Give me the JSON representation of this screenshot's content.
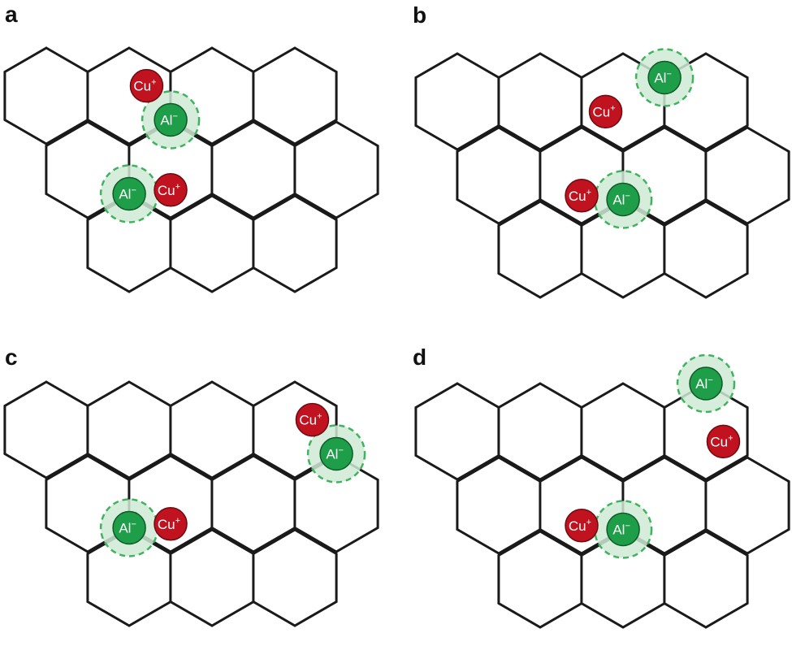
{
  "panels": [
    {
      "label": "a",
      "al_sites": [
        [
          1,
          0,
          2
        ],
        [
          0,
          1,
          2
        ]
      ],
      "cu_sites": [
        [
          1,
          0,
          1
        ],
        [
          1,
          1,
          3
        ]
      ]
    },
    {
      "label": "b",
      "al_sites": [
        [
          2,
          0,
          1
        ],
        [
          1,
          1,
          2
        ]
      ],
      "cu_sites": [
        [
          2,
          0,
          4
        ],
        [
          1,
          1,
          3
        ]
      ]
    },
    {
      "label": "c",
      "al_sites": [
        [
          3,
          0,
          2
        ],
        [
          0,
          1,
          2
        ]
      ],
      "cu_sites": [
        [
          3,
          0,
          1
        ],
        [
          1,
          1,
          3
        ]
      ]
    },
    {
      "label": "d",
      "al_sites": [
        [
          3,
          0,
          0
        ],
        [
          1,
          1,
          2
        ]
      ],
      "cu_sites": [
        [
          3,
          0,
          2
        ],
        [
          1,
          1,
          3
        ]
      ]
    }
  ],
  "ions": {
    "al": {
      "symbol": "Al",
      "charge": "−"
    },
    "cu": {
      "symbol": "Cu",
      "charge": "+"
    }
  },
  "colors": {
    "al_fill": "#1f9e4a",
    "cu_fill": "#c1121f",
    "halo_fill": "#cfead6",
    "halo_stroke": "#3fb35e",
    "lattice_stroke": "#1a1a1a"
  }
}
